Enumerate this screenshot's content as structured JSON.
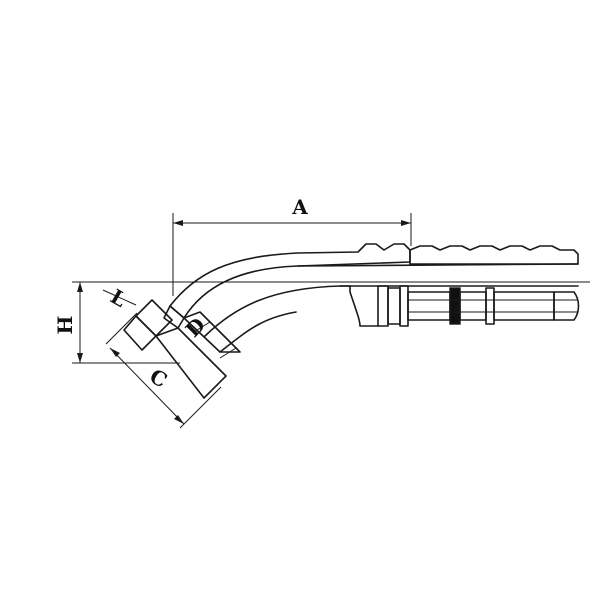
{
  "diagram": {
    "labels": {
      "a": "A",
      "h": "H",
      "l": "L",
      "d": "D",
      "c": "C"
    },
    "colors": {
      "line": "#1a1a1a",
      "hatch": "#1a1a1a",
      "fill": "#ffffff",
      "band": "#111111"
    }
  }
}
